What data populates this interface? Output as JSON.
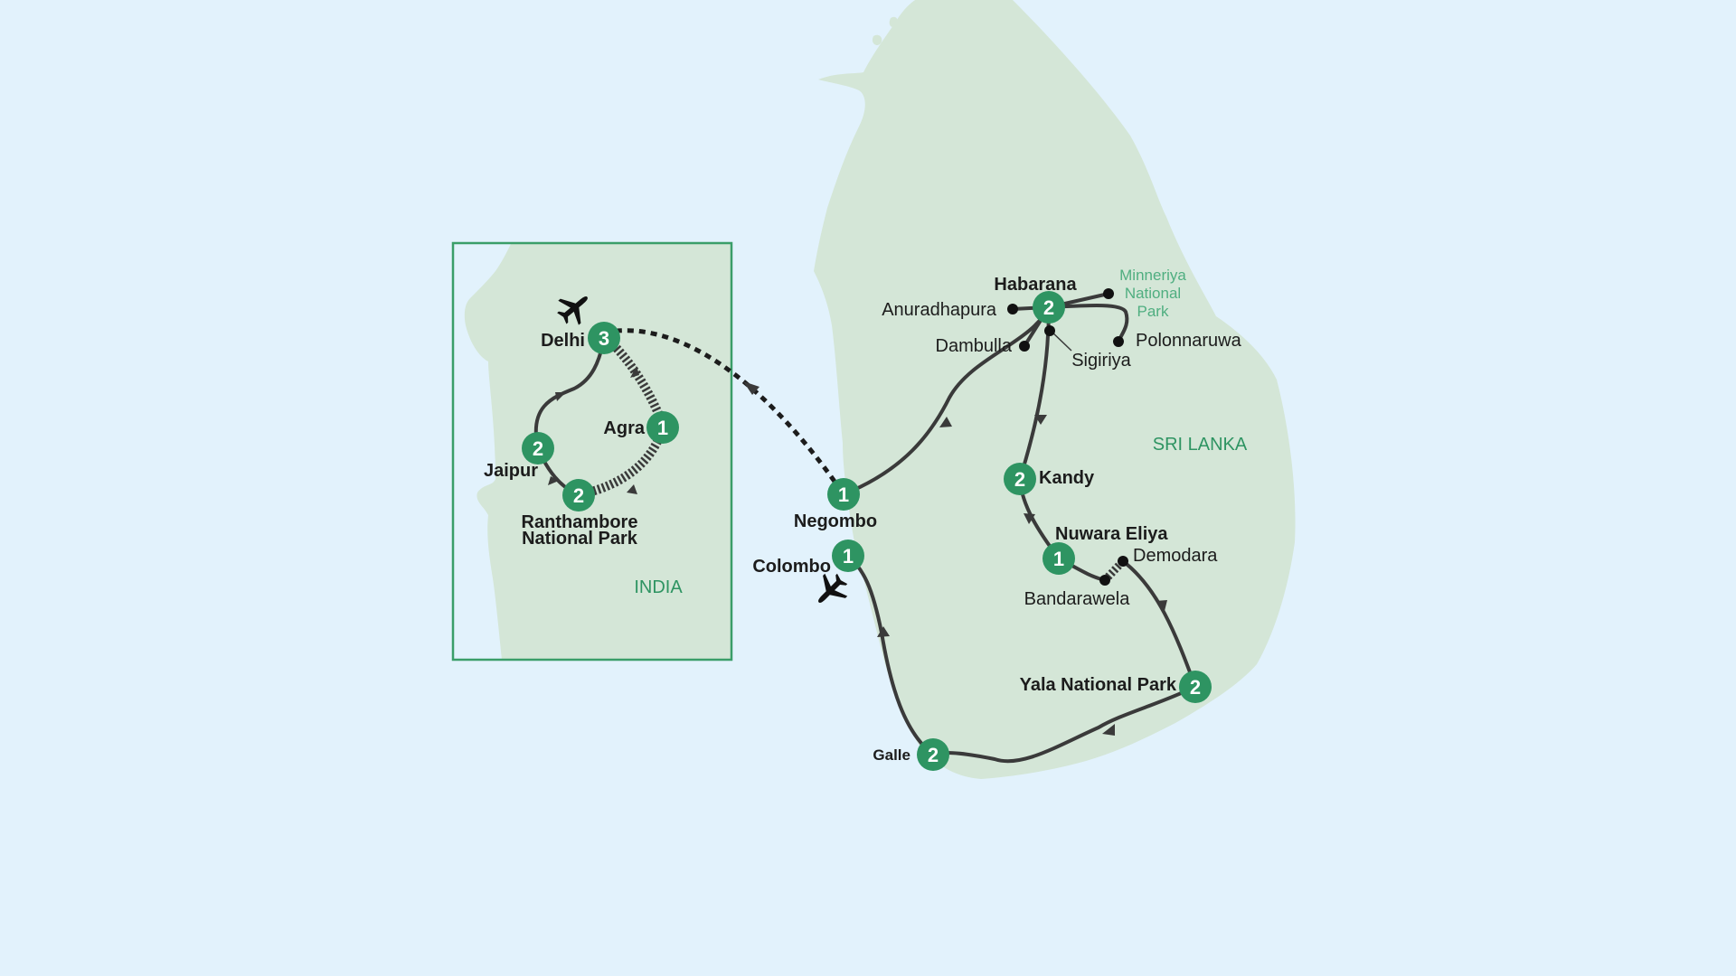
{
  "map": {
    "countries": {
      "sri_lanka": "SRI LANKA",
      "india": "INDIA"
    },
    "park_label": [
      "Minneriya",
      "National",
      "Park"
    ],
    "inset": {
      "stops": [
        {
          "name": "Delhi",
          "nights": "3"
        },
        {
          "name": "Agra",
          "nights": "1"
        },
        {
          "name": "Jaipur",
          "nights": "2"
        },
        {
          "name": "Ranthambore National Park",
          "label_lines": [
            "Ranthambore",
            "National Park"
          ],
          "nights": "2"
        }
      ]
    },
    "stops": [
      {
        "name": "Negombo",
        "nights": "1"
      },
      {
        "name": "Habarana",
        "nights": "2"
      },
      {
        "name": "Kandy",
        "nights": "2"
      },
      {
        "name": "Nuwara Eliya",
        "nights": "1"
      },
      {
        "name": "Yala National Park",
        "nights": "2"
      },
      {
        "name": "Galle",
        "nights": "2"
      },
      {
        "name": "Colombo",
        "nights": "1"
      }
    ],
    "places": {
      "anuradhapura": "Anuradhapura",
      "dambulla": "Dambulla",
      "sigiriya": "Sigiriya",
      "polonnaruwa": "Polonnaruwa",
      "demodara": "Demodara",
      "bandarawela": "Bandarawela"
    },
    "colors": {
      "ocean": "#e2f2fc",
      "land": "#d4e6d7",
      "route": "#3a3a3a",
      "stop_marker": "#2e9462",
      "country_label": "#2e9462",
      "inset_border": "#3a9e69"
    },
    "icons": [
      "airplane-icon",
      "airplane-icon"
    ]
  }
}
